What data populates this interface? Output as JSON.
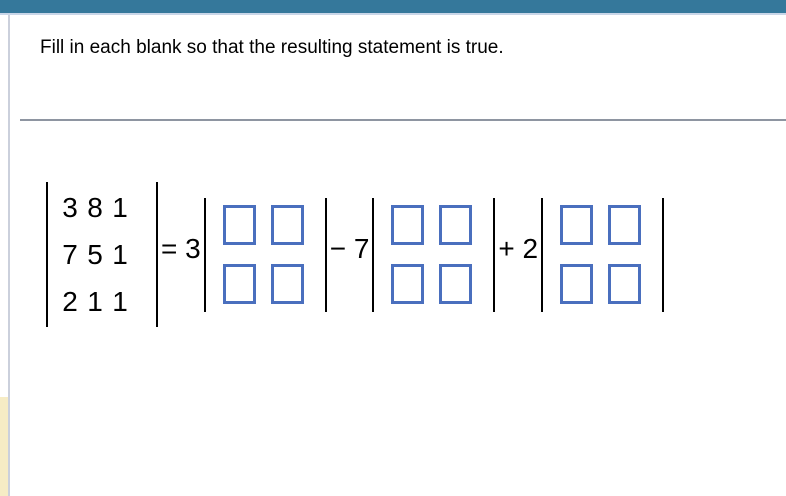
{
  "title": "Fill in each blank so that the resulting statement is true.",
  "colors": {
    "header_bar": "#35789B",
    "header_underline": "#C9D6E8",
    "left_rule": "#CBD0DC",
    "divider": "#8E95A1",
    "sidebar_strip": "#F6ECC5",
    "blank_border": "#4A6FBE",
    "text": "#000000"
  },
  "equation": {
    "matrix": {
      "rows": [
        [
          "3",
          "8",
          "1"
        ],
        [
          "7",
          "5",
          "1"
        ],
        [
          "2",
          "1",
          "1"
        ]
      ]
    },
    "coefficients": {
      "first": "= 3",
      "second": "− 7",
      "third": "+ 2"
    },
    "minor_count": 3,
    "blanks_per_minor": 4,
    "blank_value": ""
  }
}
